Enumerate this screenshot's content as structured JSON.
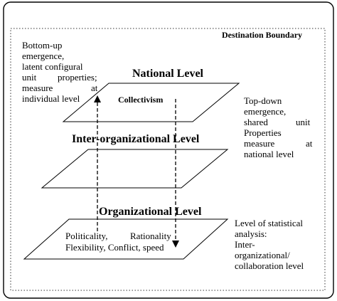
{
  "boundary_label": "Destination Boundary",
  "levels": {
    "national": {
      "title": "National Level",
      "content": "Collectivism"
    },
    "inter_organizational": {
      "title": "Inter-organizational Level"
    },
    "organizational": {
      "title": "Organizational Level",
      "content_line1_left": "Politicality,",
      "content_line1_right": "Rationality",
      "content_line2": "Flexibility, Conflict, speed"
    }
  },
  "left_annotation": {
    "line1": "Bottom-up",
    "line2": "emergence,",
    "line3": "latent configural",
    "line4_a": "unit",
    "line4_b": "properties;",
    "line5_a": "measure",
    "line5_b": "at",
    "line6": "individual level"
  },
  "right_top_annotation": {
    "line1": "Top-down",
    "line2": "emergence,",
    "line3_a": "shared",
    "line3_b": "unit",
    "line4": "Properties",
    "line5_a": "measure",
    "line5_b": "at",
    "line6": "national level"
  },
  "right_bottom_annotation": {
    "line1": "Level of statistical",
    "line2": "analysis:",
    "line3": "Inter-",
    "line4": "organizational/",
    "line5": "collaboration level"
  }
}
